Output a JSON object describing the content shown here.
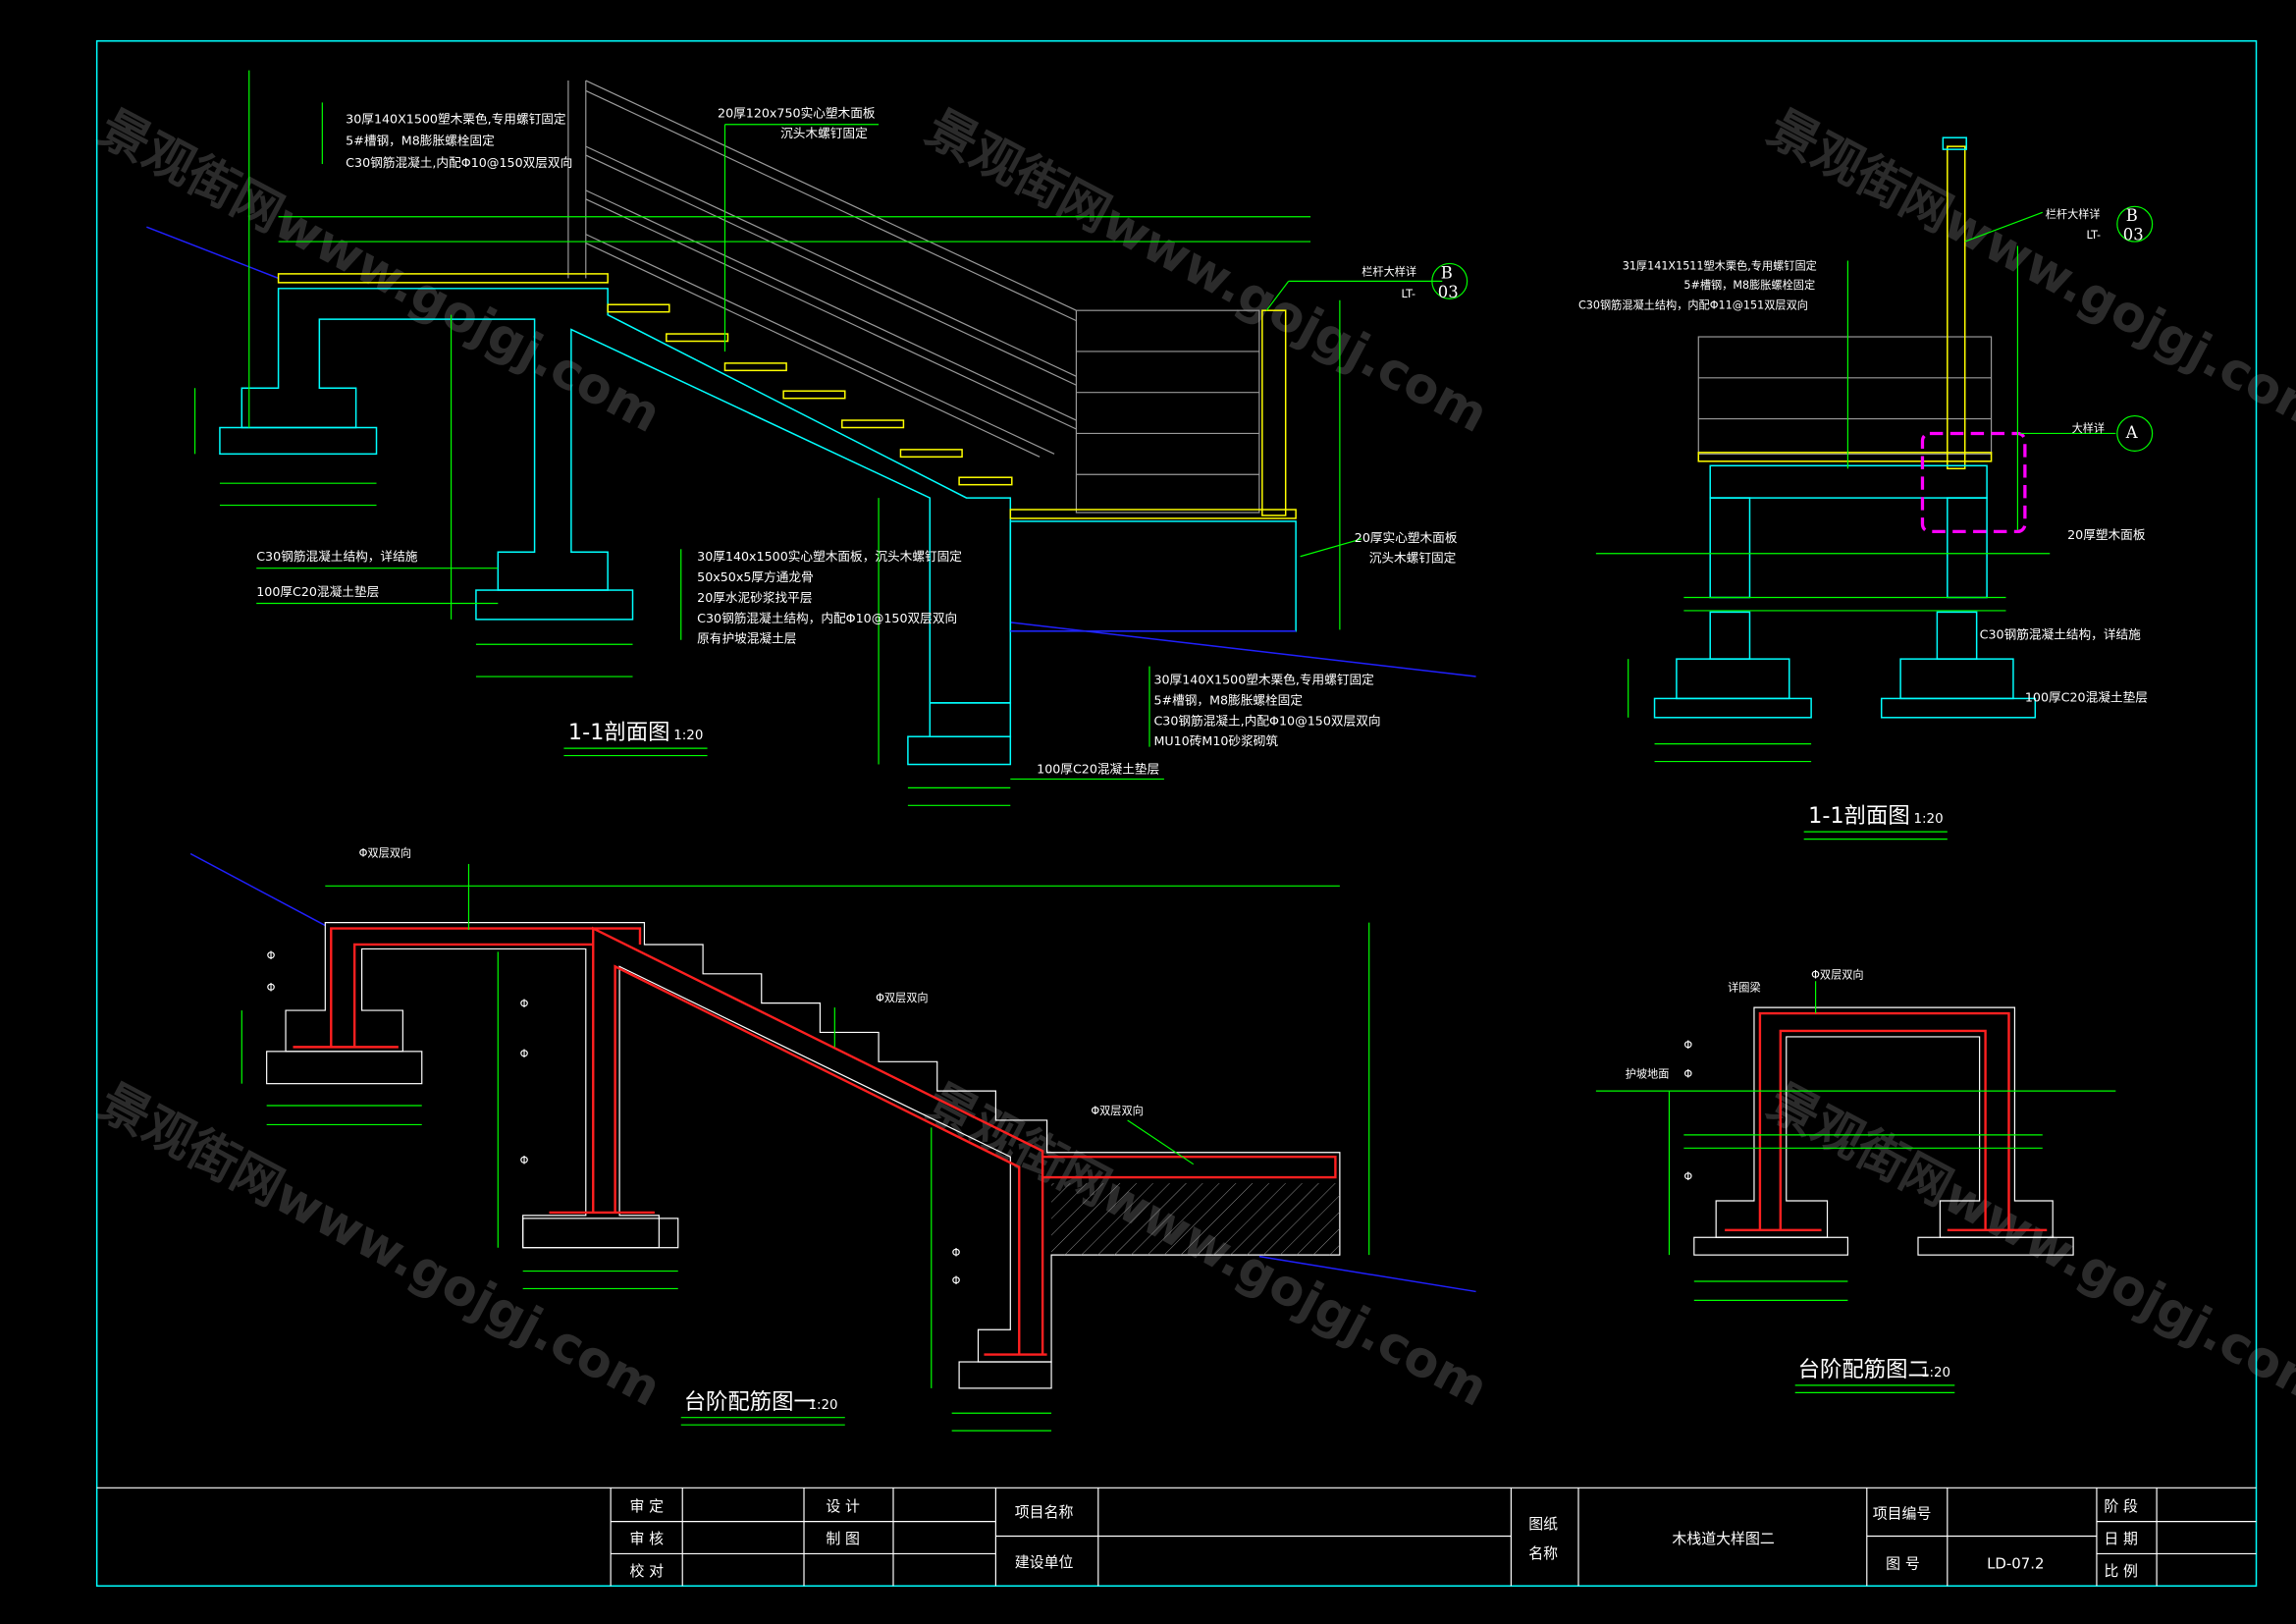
{
  "watermark": "景观街网www.gojgj.com",
  "colors": {
    "frame": "#00ffff",
    "dimension": "#00ff00",
    "rebar": "#ff2020",
    "highlight": "#ff00ff",
    "plank": "#ffff00"
  },
  "section_left": {
    "title": "1-1剖面图",
    "scale": "1:20",
    "notes_top": [
      "30厚140X1500塑木栗色,专用螺钉固定",
      "5#槽钢，M8膨胀螺栓固定",
      "C30钢筋混凝土,内配Φ10@150双层双向"
    ],
    "rail_note": [
      "20厚120x750实心塑木面板",
      "沉头木螺钉固定"
    ],
    "railing_ref": {
      "label": "栏杆大样详",
      "letter": "B",
      "sheet_prefix": "LT-",
      "sheet_no": "03"
    },
    "notes_left": [
      "C30钢筋混凝土结构，详结施",
      "100厚C20混凝土垫层"
    ],
    "notes_stair": [
      "30厚140x1500实心塑木面板，沉头木螺钉固定",
      "50x50x5厚方通龙骨",
      "20厚水泥砂浆找平层",
      "C30钢筋混凝土结构，内配Φ10@150双层双向",
      "原有护坡混凝土层"
    ],
    "notes_lower_deck": [
      "20厚实心塑木面板",
      "沉头木螺钉固定"
    ],
    "notes_wall": [
      "30厚140X1500塑木栗色,专用螺钉固定",
      "5#槽钢，M8膨胀螺栓固定",
      "C30钢筋混凝土,内配Φ10@150双层双向",
      "MU10砖M10砂浆砌筑"
    ],
    "note_wall_base": "100厚C20混凝土垫层"
  },
  "section_right": {
    "title": "1-1剖面图",
    "scale": "1:20",
    "notes": [
      "31厚141X1511塑木栗色,专用螺钉固定",
      "5#槽钢，M8膨胀螺栓固定",
      "C30钢筋混凝土结构，内配Φ11@151双层双向"
    ],
    "railing_ref": {
      "label": "栏杆大样详",
      "letter": "B",
      "sheet_prefix": "LT-",
      "sheet_no": "03"
    },
    "detail_ref": {
      "label": "大样详",
      "letter": "A"
    },
    "note_plank": "20厚塑木面板",
    "note_structure": "C30钢筋混凝土结构，详结施",
    "note_base": "100厚C20混凝土垫层"
  },
  "rebar_one": {
    "title": "台阶配筋图一",
    "scale": "1:20",
    "label_double": "Φ双层双向",
    "label_bar": "Φ"
  },
  "rebar_two": {
    "title": "台阶配筋图二",
    "scale": "1:20",
    "label_ring_beam": "详圈梁",
    "label_double": "Φ双层双向",
    "label_slope": "护坡地面",
    "label_bar": "Φ"
  },
  "title_block": {
    "approve": "审 定",
    "review": "审 核",
    "check": "校 对",
    "design": "设 计",
    "draw": "制 图",
    "project_name": "项目名称",
    "client": "建设单位",
    "drawing_name_label_1": "图纸",
    "drawing_name_label_2": "名称",
    "drawing_name": "木栈道大样图二",
    "project_no": "项目编号",
    "drawing_no_label": "图 号",
    "drawing_no": "LD-07.2",
    "stage": "阶 段",
    "date": "日 期",
    "ratio": "比 例"
  }
}
